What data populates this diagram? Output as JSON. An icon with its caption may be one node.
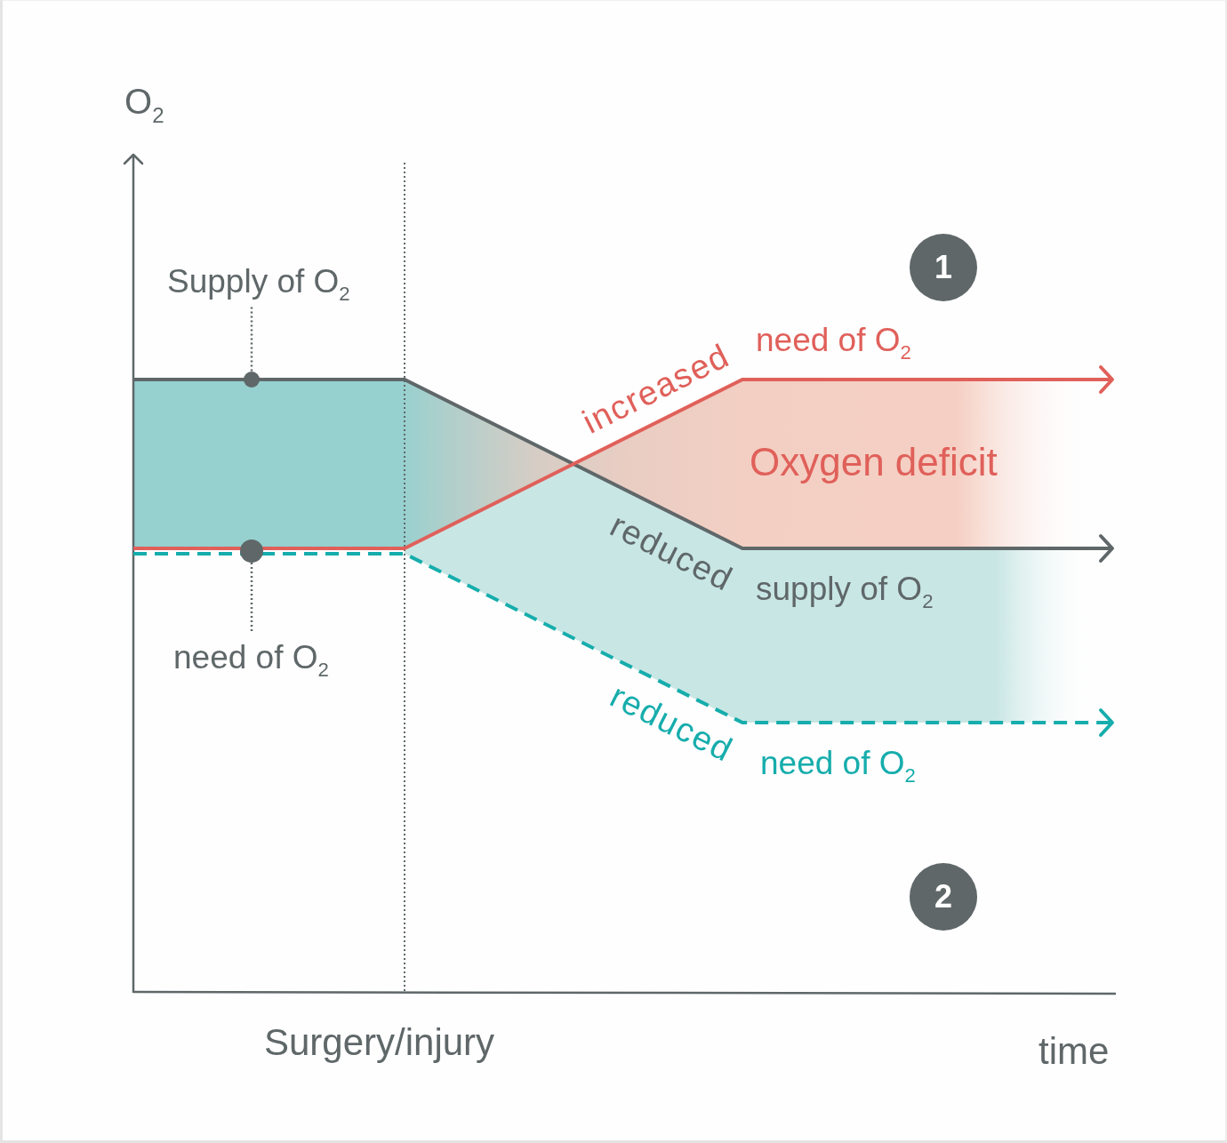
{
  "diagram": {
    "nodes": [
      {
        "text": [
          "Supply of O$_{2}$"
        ]
      },
      {
        "text": [],
        "shape": "circle"
      },
      {
        "text": [
          "need of O$_{2}$"
        ]
      },
      {
        "text": [],
        "shape": "circle"
      },
      {
        "text": [
          "1"
        ]
      },
      {
        "text": [
          "2"
        ]
      }
    ],
    "edges": [
      {
        "from": 0,
        "to": 1,
        "arrow": "none",
        "style": "dashed"
      },
      {
        "from": 2,
        "to": 3,
        "arrow": "none",
        "style": "dashed"
      }
    ],
    "labels": [
      "O$_{2}$",
      "increased",
      "need of O$_{2}$",
      "Oxygen deficit",
      "reduced",
      "supply of O$_{2}$",
      "reduced",
      "need of O$_{2}$",
      "Surgery/injury",
      "time"
    ]
  }
}
